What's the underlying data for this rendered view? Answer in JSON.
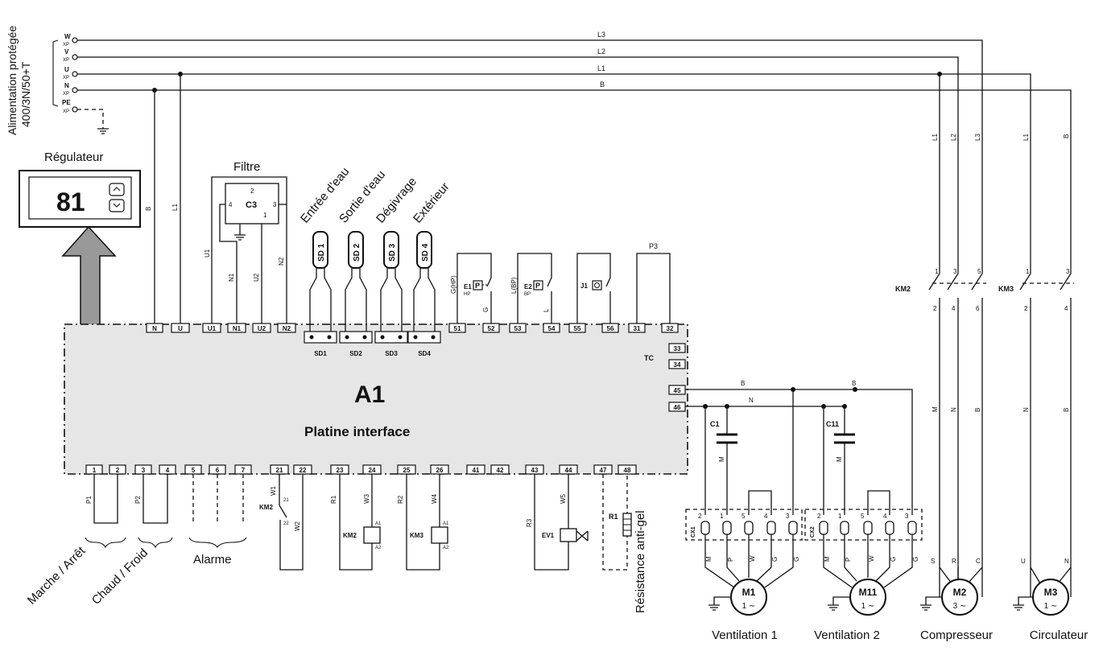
{
  "supply": {
    "label_line1": "Alimentation protégée",
    "label_line2": "400/3N/50+T",
    "lines": [
      {
        "term": "W",
        "sub": "XP",
        "name": "L3"
      },
      {
        "term": "V",
        "sub": "XP",
        "name": "L2"
      },
      {
        "term": "U",
        "sub": "XP",
        "name": "L1"
      },
      {
        "term": "N",
        "sub": "XP",
        "name": "B"
      },
      {
        "term": "PE",
        "sub": "XP",
        "name": ""
      }
    ]
  },
  "regulator": {
    "label": "Régulateur",
    "display": "81"
  },
  "filter": {
    "label": "Filtre",
    "component": "C3",
    "pins": [
      "2",
      "4",
      "3",
      "1"
    ]
  },
  "wire_labels": {
    "b": "B",
    "l1": "L1",
    "u1": "U1",
    "n1": "N1",
    "u2": "U2",
    "n2": "N2",
    "m": "M",
    "n": "N",
    "g": "G",
    "l": "L",
    "w": "W",
    "p": "P",
    "s": "S",
    "r": "R",
    "c": "C",
    "l2": "L2",
    "l3": "L3",
    "u": "U"
  },
  "probes": [
    {
      "name": "SD 1",
      "terminal": "SD1",
      "label": "Entrée d'eau"
    },
    {
      "name": "SD 2",
      "terminal": "SD2",
      "label": "Sortie d'eau"
    },
    {
      "name": "SD 3",
      "terminal": "SD3",
      "label": "Dégivrage"
    },
    {
      "name": "SD 4",
      "terminal": "SD4",
      "label": "Extérieur"
    }
  ],
  "switches": {
    "e1": "E1",
    "e1_sub": "HP",
    "ghp": "G(HP)",
    "e2": "E2",
    "e2_sub": "BP",
    "lbp": "L(BP)",
    "j1": "J1",
    "p3": "P3"
  },
  "board": {
    "name": "A1",
    "subtitle": "Platine interface",
    "tc": "TC",
    "top_terminals": [
      "N",
      "U",
      "U1",
      "N1",
      "U2",
      "N2",
      "51",
      "52",
      "53",
      "54",
      "55",
      "56",
      "31",
      "32"
    ],
    "right_terminals": [
      "33",
      "34",
      "45",
      "46"
    ],
    "bottom_terminals": [
      "1",
      "2",
      "3",
      "4",
      "5",
      "6",
      "7",
      "21",
      "22",
      "23",
      "24",
      "25",
      "26",
      "41",
      "42",
      "43",
      "44",
      "47",
      "48"
    ]
  },
  "bottom_wires": {
    "p1": "P1",
    "p2": "P2",
    "w1": "W1",
    "w2": "W2",
    "r1": "R1",
    "w3": "W3",
    "r2": "R2",
    "w4": "W4",
    "r3": "R3",
    "w5": "W5",
    "a1": "A1",
    "a2": "A2",
    "c21": "21",
    "c22": "22"
  },
  "relays": {
    "km2_contact": "KM2",
    "km2_coil": "KM2",
    "km3_coil": "KM3",
    "ev1": "EV1",
    "r1": "R1"
  },
  "groups": {
    "marche": "Marche / Arrêt",
    "chaud": "Chaud / Froid",
    "alarme": "Alarme",
    "antigel": "Résistance anti-gel"
  },
  "contactors": {
    "km2": "KM2",
    "km3": "KM3",
    "pins_top": [
      "1",
      "3",
      "5"
    ],
    "pins_bot": [
      "2",
      "4",
      "6"
    ]
  },
  "connectors": {
    "cx1": "CX1",
    "cx2": "CX2",
    "pins": [
      "2",
      "1",
      "5",
      "4",
      "3"
    ]
  },
  "capacitors": {
    "c1": "C1",
    "c11": "C11"
  },
  "motors": [
    {
      "id": "M1",
      "phase": "1 ∼",
      "label": "Ventilation 1"
    },
    {
      "id": "M11",
      "phase": "1 ∼",
      "label": "Ventilation 2"
    },
    {
      "id": "M2",
      "phase": "3 ∼",
      "label": "Compresseur"
    },
    {
      "id": "M3",
      "phase": "1 ∼",
      "label": "Circulateur"
    }
  ]
}
